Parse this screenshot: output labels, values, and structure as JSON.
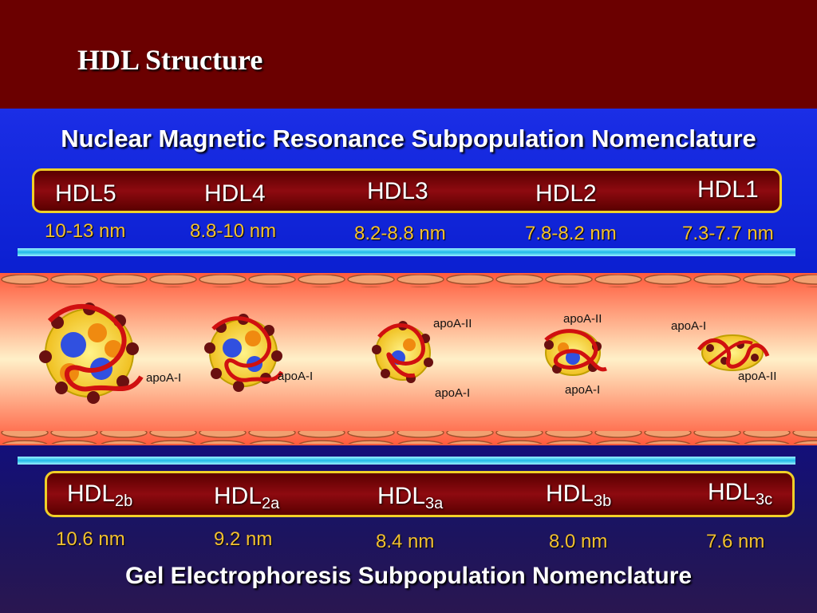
{
  "slide_title": "HDL Structure",
  "nmr": {
    "heading": "Nuclear Magnetic Resonance Subpopulation Nomenclature",
    "classes": [
      "HDL5",
      "HDL4",
      "HDL3",
      "HDL2",
      "HDL1"
    ],
    "sizes": [
      "10-13 nm",
      "8.8-10 nm",
      "8.2-8.8 nm",
      "7.8-8.2 nm",
      "7.3-7.7 nm"
    ]
  },
  "illustration": {
    "particle1_label": "apoA-I",
    "particle2_label": "apoA-I",
    "particle3_top_label": "apoA-II",
    "particle3_bottom_label": "apoA-I",
    "particle4_top_label": "apoA-II",
    "particle4_bottom_label": "apoA-I",
    "particle5_top_label": "apoA-I",
    "particle5_bottom_label": "apoA-II"
  },
  "gel": {
    "heading": "Gel Electrophoresis Subpopulation Nomenclature",
    "class_base": "HDL",
    "subscripts": [
      "2b",
      "2a",
      "3a",
      "3b",
      "3c"
    ],
    "sizes": [
      "10.6 nm",
      "9.2 nm",
      "8.4 nm",
      "8.0 nm",
      "7.6 nm"
    ]
  },
  "colors": {
    "header_bg": "#6b0000",
    "nmr_panel_bg": "#1b2ee6",
    "gel_panel_bg": "#1b1460",
    "bar_fill": "#8e0a10",
    "bar_border": "#f0d028",
    "size_text": "#f2c030",
    "vessel_fill": "#ff8060"
  }
}
